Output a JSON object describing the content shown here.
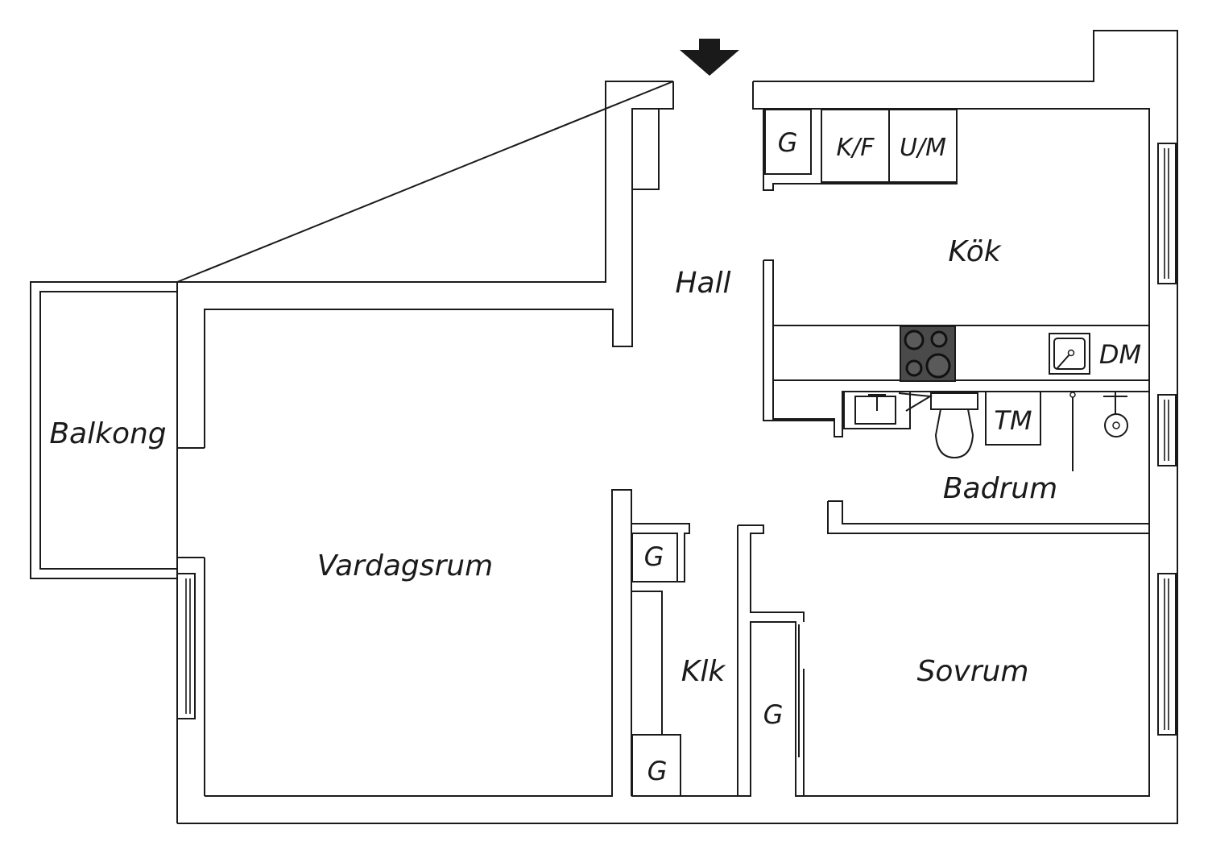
{
  "rooms": {
    "hall": "Hall",
    "kok": "Kök",
    "balkong": "Balkong",
    "vardagsrum": "Vardagsrum",
    "badrum": "Badrum",
    "klk": "Klk",
    "sovrum": "Sovrum"
  },
  "fixtures": {
    "g_kitchen": "G",
    "kf": "K/F",
    "um": "U/M",
    "dm": "DM",
    "tm": "TM",
    "g_klk_top": "G",
    "g_klk_bottom": "G",
    "g_sovrum": "G"
  },
  "colors": {
    "line": "#1a1a1a",
    "stove": "#4a4a4a",
    "arrow": "#1a1a1a"
  },
  "icons": {
    "entrance": "entrance-arrow-icon",
    "stove": "stove-icon",
    "sink": "sink-icon",
    "washbasin": "washbasin-icon",
    "toilet": "toilet-icon",
    "shower": "shower-icon"
  }
}
